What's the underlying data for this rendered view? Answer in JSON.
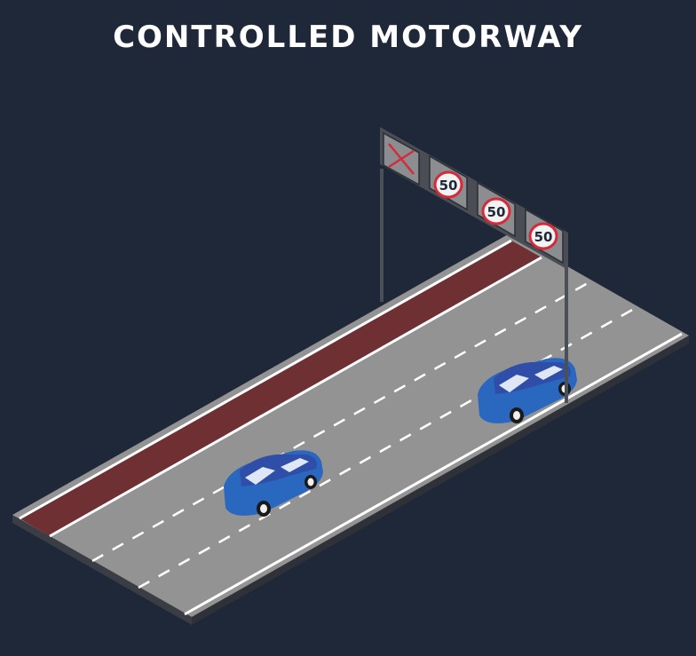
{
  "title": "CONTROLLED MOTORWAY",
  "gantry": {
    "signs": [
      {
        "kind": "lane-closed",
        "label": ""
      },
      {
        "kind": "speed-limit",
        "label": "50"
      },
      {
        "kind": "speed-limit",
        "label": "50"
      },
      {
        "kind": "speed-limit",
        "label": "50"
      }
    ]
  },
  "colors": {
    "background": "#1e2838",
    "road": "#939393",
    "closed_lane": "#6f3034",
    "lane_markings": "#ffffff",
    "car_body": "#2a67bf",
    "car_roof": "#2e4ea8",
    "sign_panel": "#8b8d90",
    "sign_ring": "#d42a3a"
  }
}
